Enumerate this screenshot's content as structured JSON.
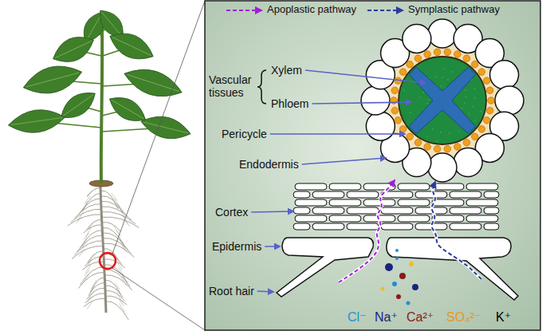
{
  "diagram": {
    "labels": [
      "Vascular tissues",
      "Xylem",
      "Phloem",
      "Pericycle",
      "Endodermis",
      "Cortex",
      "Epidermis",
      "Root hair",
      "Cl⁻",
      "Na⁺",
      "Ca²⁺",
      "SO₄²⁻",
      "K⁺"
    ],
    "legend": [
      {
        "text": "Apoplastic pathway"
      },
      {
        "text": "Symplastic pathway"
      }
    ]
  }
}
